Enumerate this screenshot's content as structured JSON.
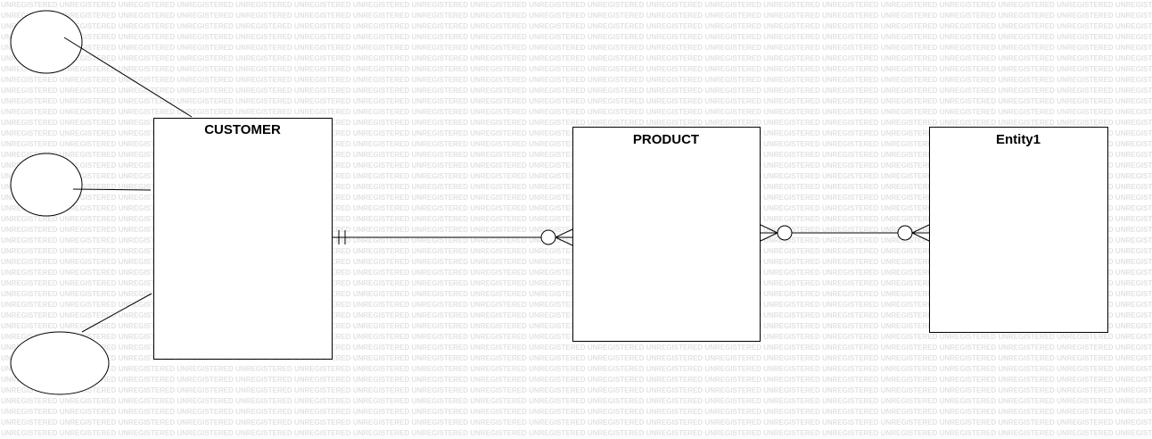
{
  "watermark": {
    "text": "UNREGISTERED"
  },
  "entities": {
    "customer": {
      "name": "CUSTOMER"
    },
    "product": {
      "name": "PRODUCT"
    },
    "entity1": {
      "name": "Entity1"
    }
  },
  "relationships": [
    {
      "from": "CUSTOMER",
      "from_marker": "one-and-only-one",
      "to": "PRODUCT",
      "to_marker": "zero-or-many"
    },
    {
      "from": "PRODUCT",
      "from_marker": "zero-or-many",
      "to": "Entity1",
      "to_marker": "zero-or-many"
    }
  ],
  "colors": {
    "stroke": "#000000",
    "background": "#ffffff",
    "watermark": "#e2e2e2"
  }
}
